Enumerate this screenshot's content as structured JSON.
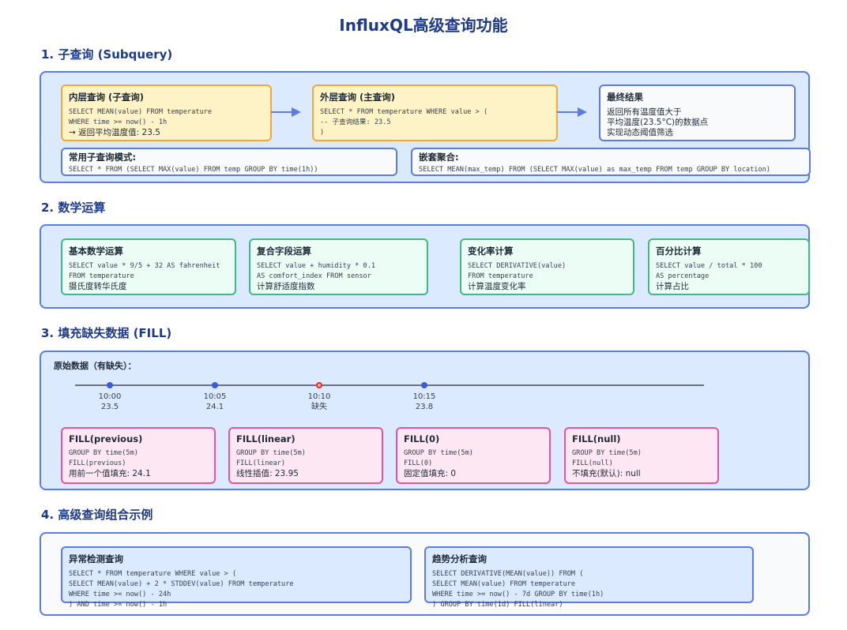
{
  "title": "InfluxQL高级查询功能",
  "sections": {
    "s1": "1. 子查询 (Subquery)",
    "s2": "2. 数学运算",
    "s3": "3. 填充缺失数据 (FILL)",
    "s4": "4. 高级查询组合示例"
  },
  "subquery": {
    "inner": {
      "title": "内层查询 (子查询)",
      "code": [
        "SELECT MEAN(value) FROM temperature",
        "WHERE time >= now() - 1h"
      ],
      "desc": "→ 返回平均温度值: 23.5"
    },
    "outer": {
      "title": "外层查询 (主查询)",
      "code": [
        "SELECT * FROM temperature WHERE value > (",
        "-- 子查询结果: 23.5",
        ")"
      ]
    },
    "result": {
      "title": "最终结果",
      "lines": [
        "返回所有温度值大于",
        "平均温度(23.5°C)的数据点",
        "实现动态阈值筛选"
      ]
    },
    "pattern": {
      "title": "常用子查询模式:",
      "code": "SELECT * FROM (SELECT MAX(value) FROM temp GROUP BY time(1h))"
    },
    "nested": {
      "title": "嵌套聚合:",
      "code": "SELECT MEAN(max_temp) FROM (SELECT MAX(value) as max_temp FROM temp GROUP BY location)"
    }
  },
  "math": [
    {
      "title": "基本数学运算",
      "code": [
        "SELECT value * 9/5 + 32 AS fahrenheit",
        "FROM temperature"
      ],
      "desc": "摄氏度转华氏度"
    },
    {
      "title": "复合字段运算",
      "code": [
        "SELECT value + humidity * 0.1",
        "AS comfort_index FROM sensor"
      ],
      "desc": "计算舒适度指数"
    },
    {
      "title": "变化率计算",
      "code": [
        "SELECT DERIVATIVE(value)",
        "FROM temperature"
      ],
      "desc": "计算温度变化率"
    },
    {
      "title": "百分比计算",
      "code": [
        "SELECT value / total * 100",
        "AS percentage"
      ],
      "desc": "计算占比"
    }
  ],
  "fill": {
    "label": "原始数据（有缺失）：",
    "points": [
      {
        "time": "10:00",
        "value": "23.5",
        "missing": false
      },
      {
        "time": "10:05",
        "value": "24.1",
        "missing": false
      },
      {
        "time": "10:10",
        "value": "缺失",
        "missing": true
      },
      {
        "time": "10:15",
        "value": "23.8",
        "missing": false
      }
    ],
    "colors": {
      "point": "#3b5bdb",
      "missing": "#e03131"
    },
    "cards": [
      {
        "title": "FILL(previous)",
        "code": [
          "GROUP BY time(5m)",
          "FILL(previous)"
        ],
        "desc": "用前一个值填充: 24.1"
      },
      {
        "title": "FILL(linear)",
        "code": [
          "GROUP BY time(5m)",
          "FILL(linear)"
        ],
        "desc": "线性插值: 23.95"
      },
      {
        "title": "FILL(0)",
        "code": [
          "GROUP BY time(5m)",
          "FILL(0)"
        ],
        "desc": "固定值填充: 0"
      },
      {
        "title": "FILL(null)",
        "code": [
          "GROUP BY time(5m)",
          "FILL(null)"
        ],
        "desc": "不填充(默认): null"
      }
    ]
  },
  "advanced": [
    {
      "title": "异常检测查询",
      "code": [
        "SELECT * FROM temperature WHERE value > (",
        "SELECT MEAN(value) + 2 * STDDEV(value) FROM temperature",
        "WHERE time >= now() - 24h",
        ") AND time >= now() - 1h"
      ]
    },
    {
      "title": "趋势分析查询",
      "code": [
        "SELECT DERIVATIVE(MEAN(value)) FROM (",
        "SELECT MEAN(value) FROM temperature",
        "WHERE time >= now() - 7d GROUP BY time(1h)",
        ") GROUP BY time(1d) FILL(linear)"
      ]
    }
  ]
}
